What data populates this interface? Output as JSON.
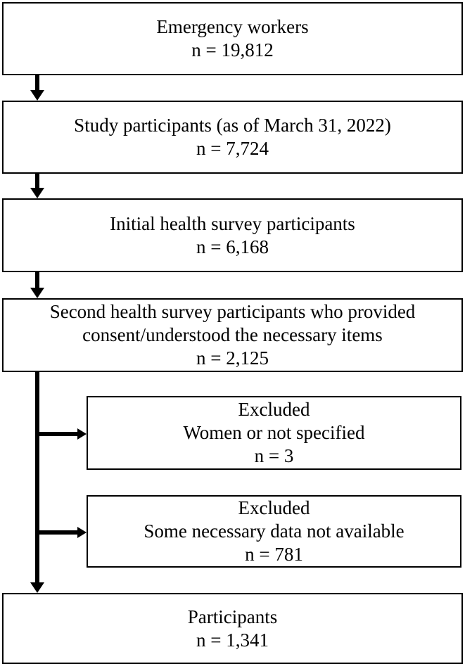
{
  "figure": {
    "type": "flowchart",
    "colors": {
      "background": "#ffffff",
      "box_fill": "#ffffff",
      "box_border": "#000000",
      "arrow": "#000000",
      "text": "#000000"
    },
    "boxes": [
      {
        "name": "emergency-workers",
        "lines": [
          "Emergency workers",
          "n = 19,812"
        ]
      },
      {
        "name": "study-participants",
        "lines": [
          "Study participants (as of March 31, 2022)",
          "n = 7,724"
        ]
      },
      {
        "name": "initial-health-survey",
        "lines": [
          "Initial health survey participants",
          "n = 6,168"
        ]
      },
      {
        "name": "second-health-survey",
        "lines": [
          "Second health survey participants who provided",
          "consent/understood the necessary items",
          "n = 2,125"
        ]
      },
      {
        "name": "excluded-women",
        "lines": [
          "Excluded",
          "Women or not specified",
          "n = 3"
        ]
      },
      {
        "name": "excluded-missing-data",
        "lines": [
          "Excluded",
          "Some necessary data not available",
          "n = 781"
        ]
      },
      {
        "name": "participants",
        "lines": [
          "Participants",
          "n = 1,341"
        ]
      }
    ]
  }
}
